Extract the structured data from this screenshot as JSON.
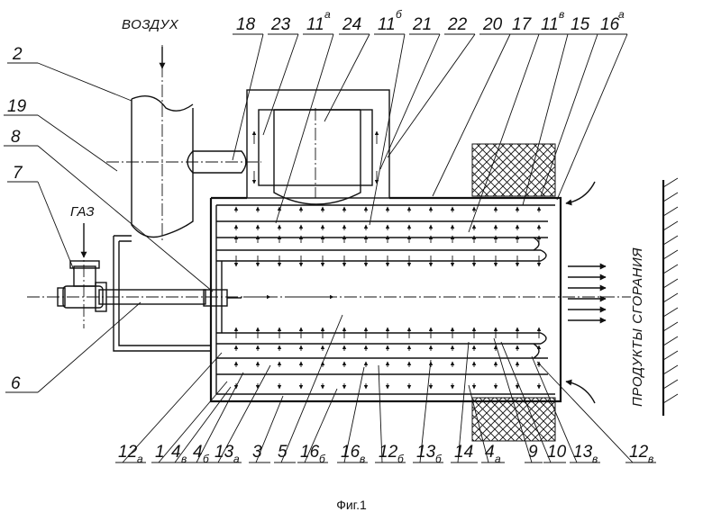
{
  "labels": {
    "air": "ВОЗДУХ",
    "gas": "ГАЗ",
    "combustion_products": "ПРОДУКТЫ СГОРАНИЯ"
  },
  "caption": "Фиг.1",
  "top_refs": [
    {
      "num": "18",
      "sup": ""
    },
    {
      "num": "23",
      "sup": ""
    },
    {
      "num": "11",
      "sup": "а"
    },
    {
      "num": "24",
      "sup": ""
    },
    {
      "num": "11",
      "sup": "б"
    },
    {
      "num": "21",
      "sup": ""
    },
    {
      "num": "22",
      "sup": ""
    },
    {
      "num": "20",
      "sup": ""
    },
    {
      "num": "17",
      "sup": ""
    },
    {
      "num": "11",
      "sup": "в"
    },
    {
      "num": "15",
      "sup": ""
    },
    {
      "num": "16",
      "sup": "а"
    }
  ],
  "left_refs": [
    {
      "num": "2",
      "sup": ""
    },
    {
      "num": "19",
      "sup": ""
    },
    {
      "num": "8",
      "sup": ""
    },
    {
      "num": "7",
      "sup": ""
    },
    {
      "num": "6",
      "sup": ""
    }
  ],
  "bottom_refs": [
    {
      "num": "12",
      "sup": "а"
    },
    {
      "num": "1",
      "sup": ""
    },
    {
      "num": "4",
      "sup": "в"
    },
    {
      "num": "4",
      "sup": "б"
    },
    {
      "num": "13",
      "sup": "а"
    },
    {
      "num": "3",
      "sup": ""
    },
    {
      "num": "5",
      "sup": ""
    },
    {
      "num": "16",
      "sup": "б"
    },
    {
      "num": "16",
      "sup": "в"
    },
    {
      "num": "12",
      "sup": "б"
    },
    {
      "num": "13",
      "sup": "б"
    },
    {
      "num": "14",
      "sup": ""
    },
    {
      "num": "4",
      "sup": "а"
    },
    {
      "num": "9",
      "sup": ""
    },
    {
      "num": "10",
      "sup": ""
    },
    {
      "num": "13",
      "sup": "в"
    },
    {
      "num": "12",
      "sup": "в"
    }
  ]
}
